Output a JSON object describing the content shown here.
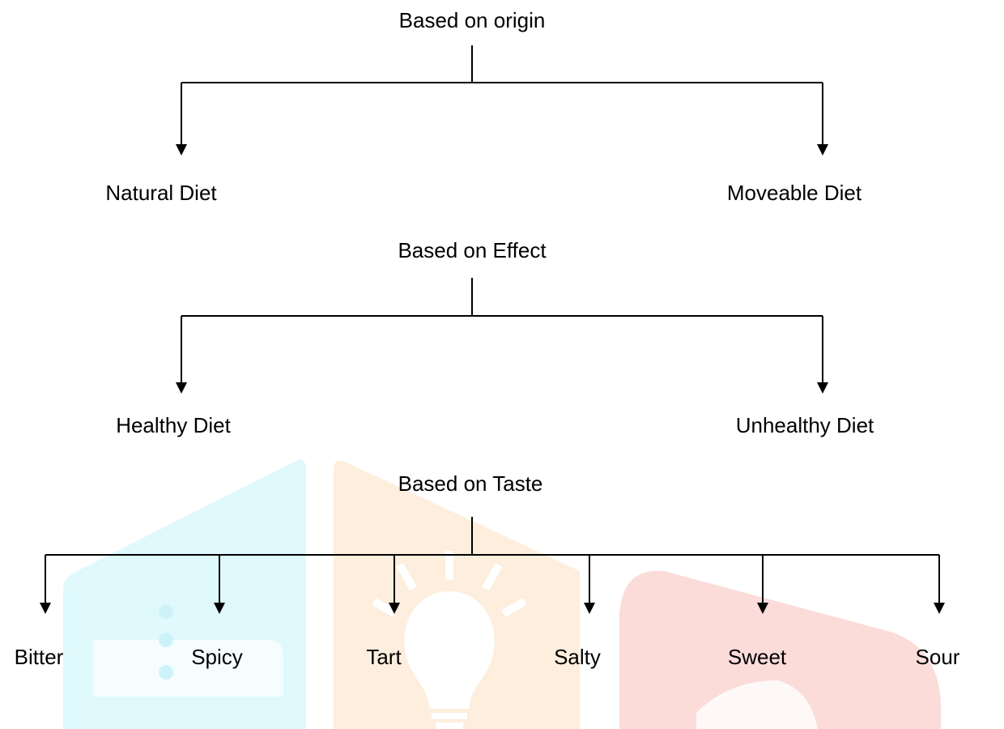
{
  "diagram": {
    "sections": [
      {
        "title": "Based on origin",
        "children": [
          "Natural Diet",
          "Moveable Diet"
        ]
      },
      {
        "title": "Based on Effect",
        "children": [
          "Healthy Diet",
          "Unhealthy Diet"
        ]
      },
      {
        "title": "Based on Taste",
        "children": [
          "Bitter",
          "Spicy",
          "Tart",
          "Salty",
          "Sweet",
          "Sour"
        ]
      }
    ]
  },
  "colors": {
    "line": "#000000",
    "watermark_cyan": "#dff9fd",
    "watermark_orange": "#fdeedd",
    "watermark_red": "#fbdcd9"
  }
}
